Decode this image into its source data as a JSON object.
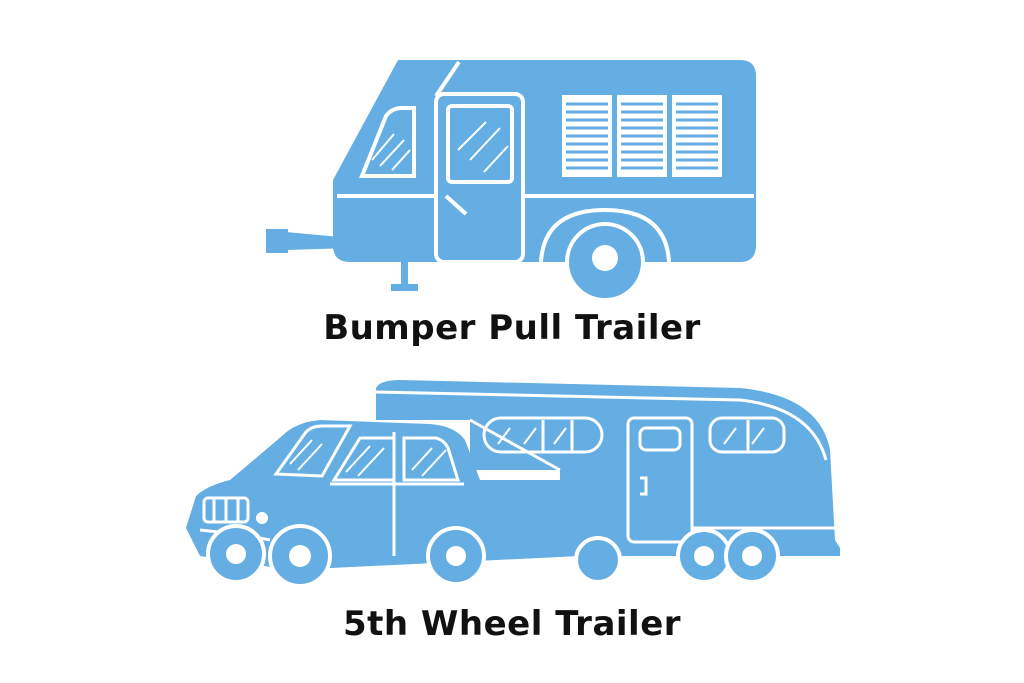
{
  "colors": {
    "vehicle_fill": "#64aee3",
    "detail_lines": "#ffffff",
    "caption_text": "#111111",
    "background": "#ffffff"
  },
  "illustrations": [
    {
      "name": "bumper-pull-trailer",
      "icon": "travel-trailer-icon"
    },
    {
      "name": "fifth-wheel-trailer",
      "icon": "truck-with-fifth-wheel-icon"
    }
  ],
  "labels": {
    "bumper_pull": "Bumper Pull Trailer",
    "fifth_wheel": "5th Wheel Trailer"
  }
}
